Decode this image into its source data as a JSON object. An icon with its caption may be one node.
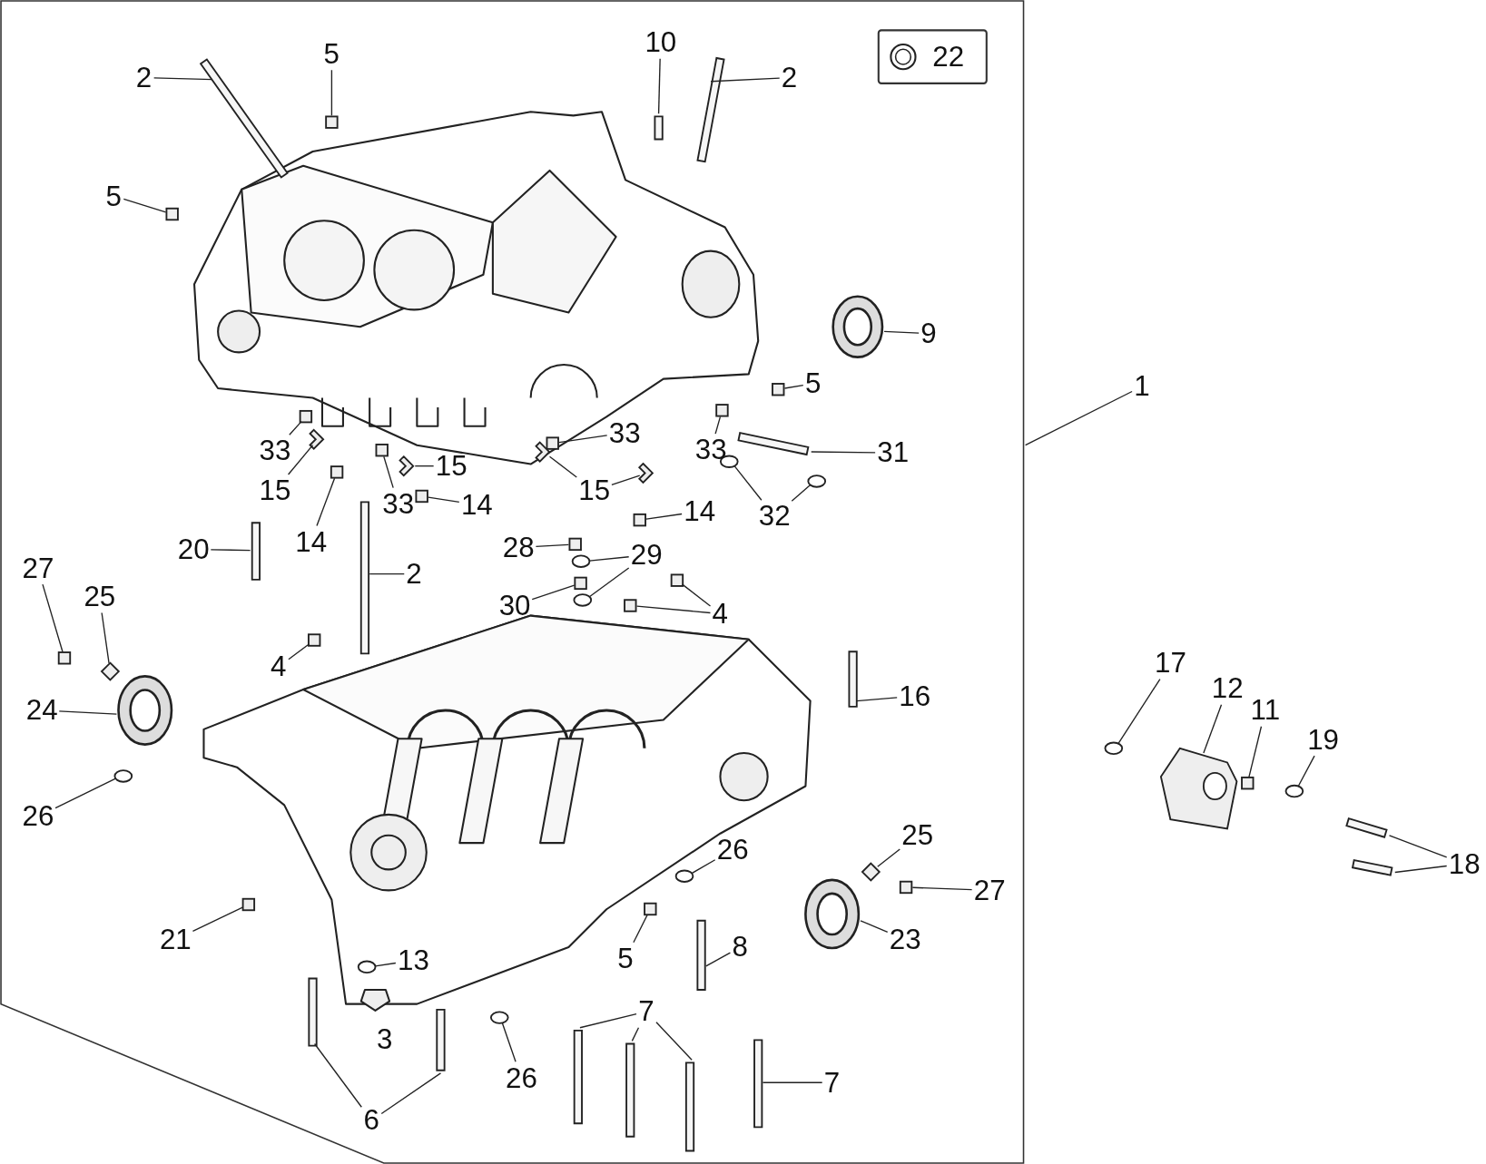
{
  "diagram": {
    "nodes": [
      {
        "text": [
          "10"
        ]
      },
      {
        "text": [
          "22"
        ]
      },
      {
        "text": [
          "5"
        ]
      },
      {
        "text": [
          "2"
        ]
      },
      {
        "text": [
          "2"
        ]
      },
      {
        "text": [
          "5"
        ]
      },
      {
        "text": [
          "9"
        ]
      },
      {
        "text": [
          "1"
        ]
      },
      {
        "text": [
          "5"
        ]
      },
      {
        "text": [
          "33"
        ]
      },
      {
        "text": [
          "33"
        ]
      },
      {
        "text": [
          "15"
        ]
      },
      {
        "text": [
          "33"
        ]
      },
      {
        "text": [
          "31"
        ]
      },
      {
        "text": [
          "15"
        ]
      },
      {
        "text": [
          "15"
        ]
      },
      {
        "text": [
          "33"
        ]
      },
      {
        "text": [
          "14"
        ]
      },
      {
        "text": [
          "14"
        ]
      },
      {
        "text": [
          "32"
        ]
      },
      {
        "text": [
          "14"
        ]
      },
      {
        "text": [
          "28"
        ]
      },
      {
        "text": [
          "20"
        ]
      },
      {
        "text": [
          "29"
        ]
      },
      {
        "text": [
          "27"
        ]
      },
      {
        "text": [
          "2"
        ]
      },
      {
        "text": [
          "25"
        ]
      },
      {
        "text": [
          "30"
        ]
      },
      {
        "text": [
          "4"
        ]
      },
      {
        "text": [
          "17"
        ]
      },
      {
        "text": [
          "4"
        ]
      },
      {
        "text": [
          "12"
        ]
      },
      {
        "text": [
          "16"
        ]
      },
      {
        "text": [
          "24"
        ]
      },
      {
        "text": [
          "11"
        ]
      },
      {
        "text": [
          "19"
        ]
      },
      {
        "text": [
          "26"
        ]
      },
      {
        "text": [
          "25"
        ]
      },
      {
        "text": [
          "26"
        ]
      },
      {
        "text": [
          "18"
        ]
      },
      {
        "text": [
          "27"
        ]
      },
      {
        "text": [
          "21"
        ]
      },
      {
        "text": [
          "23"
        ]
      },
      {
        "text": [
          "8"
        ]
      },
      {
        "text": [
          "5"
        ]
      },
      {
        "text": [
          "13"
        ]
      },
      {
        "text": [
          "7"
        ]
      },
      {
        "text": [
          "26"
        ]
      },
      {
        "text": [
          "7"
        ]
      },
      {
        "text": [
          "6"
        ]
      },
      {
        "text": [],
        "shape": "bar"
      },
      {
        "text": [],
        "shape": "box"
      },
      {
        "text": [],
        "shape": "bar"
      },
      {
        "text": [],
        "shape": "bar"
      },
      {
        "text": [],
        "shape": "box"
      },
      {
        "text": [],
        "shape": "circle"
      },
      {
        "text": [],
        "shape": "box"
      },
      {
        "text": [],
        "shape": "box"
      },
      {
        "text": [],
        "shape": "box"
      },
      {
        "text": [],
        "shape": "picture"
      },
      {
        "text": [],
        "shape": "box"
      },
      {
        "text": [],
        "shape": "bar"
      },
      {
        "text": [],
        "shape": "picture"
      },
      {
        "text": [],
        "shape": "picture"
      },
      {
        "text": [],
        "shape": "picture"
      },
      {
        "text": [],
        "shape": "box"
      },
      {
        "text": [],
        "shape": "box"
      },
      {
        "text": [],
        "shape": "box"
      },
      {
        "text": [],
        "shape": "circle"
      },
      {
        "text": [],
        "shape": "circle"
      },
      {
        "text": [],
        "shape": "box"
      },
      {
        "text": [],
        "shape": "box"
      },
      {
        "text": [],
        "shape": "bar"
      },
      {
        "text": [],
        "shape": "circle"
      },
      {
        "text": [],
        "shape": "circle"
      },
      {
        "text": [],
        "shape": "box"
      },
      {
        "text": [],
        "shape": "bar"
      },
      {
        "text": [],
        "shape": "diamond"
      },
      {
        "text": [],
        "shape": "box"
      },
      {
        "text": [],
        "shape": "box"
      },
      {
        "text": [],
        "shape": "box"
      },
      {
        "text": [],
        "shape": "circle"
      },
      {
        "text": [],
        "shape": "box"
      },
      {
        "text": [],
        "shape": "picture"
      },
      {
        "text": [],
        "shape": "bar"
      },
      {
        "text": [],
        "shape": "circle"
      },
      {
        "text": [],
        "shape": "box"
      },
      {
        "text": [],
        "shape": "circle"
      },
      {
        "text": [],
        "shape": "circle"
      },
      {
        "text": [],
        "shape": "diamond"
      },
      {
        "text": [],
        "shape": "circle"
      },
      {
        "text": [],
        "shape": "bar"
      },
      {
        "text": [],
        "shape": "bar"
      },
      {
        "text": [],
        "shape": "box"
      },
      {
        "text": [],
        "shape": "box"
      },
      {
        "text": [],
        "shape": "circle"
      },
      {
        "text": [],
        "shape": "bar"
      },
      {
        "text": [],
        "shape": "box"
      },
      {
        "text": [],
        "shape": "circle"
      },
      {
        "text": [],
        "shape": "bar"
      },
      {
        "text": [],
        "shape": "bar"
      },
      {
        "text": [],
        "shape": "bar"
      },
      {
        "text": [],
        "shape": "circle"
      },
      {
        "text": [],
        "shape": "bar"
      },
      {
        "text": [],
        "shape": "bar"
      },
      {
        "text": [],
        "shape": "bar"
      }
    ],
    "edges": [
      {
        "from": 0,
        "to": 50,
        "arrow": "none"
      },
      {
        "from": 2,
        "to": 51,
        "arrow": "none"
      },
      {
        "from": 3,
        "to": 52,
        "arrow": "none"
      },
      {
        "from": 4,
        "to": 53,
        "arrow": "none"
      },
      {
        "from": 5,
        "to": 54,
        "arrow": "none"
      },
      {
        "from": 6,
        "to": 55,
        "arrow": "none"
      },
      {
        "from": 7,
        "to": null,
        "arrow": "none"
      },
      {
        "from": 8,
        "to": 56,
        "arrow": "none"
      },
      {
        "from": 9,
        "to": 57,
        "arrow": "none"
      },
      {
        "from": 10,
        "to": 58,
        "arrow": "none"
      },
      {
        "from": 11,
        "to": 59,
        "arrow": "none"
      },
      {
        "from": 12,
        "to": 60,
        "arrow": "none"
      },
      {
        "from": 13,
        "to": 61,
        "arrow": "none"
      },
      {
        "from": 14,
        "to": 62,
        "arrow": "none"
      },
      {
        "from": 15,
        "to": 63,
        "arrow": "none"
      },
      {
        "from": 15,
        "to": 64,
        "arrow": "none"
      },
      {
        "from": 16,
        "to": 65,
        "arrow": "none"
      },
      {
        "from": 17,
        "to": 66,
        "arrow": "none"
      },
      {
        "from": 18,
        "to": 67,
        "arrow": "none"
      },
      {
        "from": 19,
        "to": 68,
        "arrow": "none"
      },
      {
        "from": 19,
        "to": 69,
        "arrow": "none"
      },
      {
        "from": 20,
        "to": 70,
        "arrow": "none"
      },
      {
        "from": 21,
        "to": 71,
        "arrow": "none"
      },
      {
        "from": 22,
        "to": 72,
        "arrow": "none"
      },
      {
        "from": 23,
        "to": 73,
        "arrow": "none"
      },
      {
        "from": 23,
        "to": 74,
        "arrow": "none"
      },
      {
        "from": 24,
        "to": 75,
        "arrow": "none"
      },
      {
        "from": 25,
        "to": 76,
        "arrow": "none"
      },
      {
        "from": 26,
        "to": 77,
        "arrow": "none"
      },
      {
        "from": 27,
        "to": 78,
        "arrow": "none"
      },
      {
        "from": 28,
        "to": 79,
        "arrow": "none"
      },
      {
        "from": 28,
        "to": 80,
        "arrow": "none"
      },
      {
        "from": 29,
        "to": 81,
        "arrow": "none"
      },
      {
        "from": 30,
        "to": 82,
        "arrow": "none"
      },
      {
        "from": 31,
        "to": 83,
        "arrow": "none"
      },
      {
        "from": 32,
        "to": 84,
        "arrow": "none"
      },
      {
        "from": 33,
        "to": 85,
        "arrow": "none"
      },
      {
        "from": 34,
        "to": 86,
        "arrow": "none"
      },
      {
        "from": 35,
        "to": 87,
        "arrow": "none"
      },
      {
        "from": 36,
        "to": 88,
        "arrow": "none"
      },
      {
        "from": 37,
        "to": 89,
        "arrow": "none"
      },
      {
        "from": 38,
        "to": 90,
        "arrow": "none"
      },
      {
        "from": 39,
        "to": 91,
        "arrow": "none"
      },
      {
        "from": 39,
        "to": 92,
        "arrow": "none"
      },
      {
        "from": 40,
        "to": 93,
        "arrow": "none"
      },
      {
        "from": 41,
        "to": 94,
        "arrow": "none"
      },
      {
        "from": 42,
        "to": 95,
        "arrow": "none"
      },
      {
        "from": 43,
        "to": 96,
        "arrow": "none"
      },
      {
        "from": 44,
        "to": 97,
        "arrow": "none"
      },
      {
        "from": 45,
        "to": 98,
        "arrow": "none"
      },
      {
        "from": 46,
        "to": 99,
        "arrow": "none"
      },
      {
        "from": 46,
        "to": 100,
        "arrow": "none"
      },
      {
        "from": 46,
        "to": 101,
        "arrow": "none"
      },
      {
        "from": 47,
        "to": 102,
        "arrow": "none"
      },
      {
        "from": 48,
        "to": 103,
        "arrow": "none"
      },
      {
        "from": 49,
        "to": 104,
        "arrow": "none"
      },
      {
        "from": 49,
        "to": 105,
        "arrow": "none"
      }
    ],
    "labels": [
      "3"
    ]
  }
}
